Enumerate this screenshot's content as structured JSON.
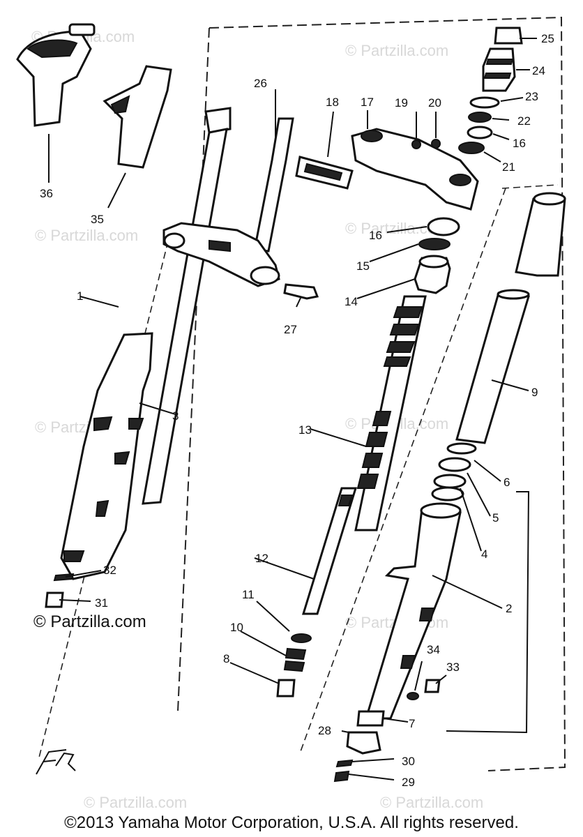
{
  "diagram": {
    "callouts": [
      "1",
      "2",
      "3",
      "4",
      "5",
      "6",
      "7",
      "8",
      "9",
      "10",
      "11",
      "12",
      "13",
      "14",
      "15",
      "16",
      "16",
      "17",
      "18",
      "19",
      "20",
      "21",
      "22",
      "23",
      "24",
      "25",
      "26",
      "27",
      "28",
      "29",
      "30",
      "31",
      "32",
      "33",
      "34",
      "35",
      "36"
    ],
    "watermark_faint": "© Partzilla.com",
    "signature": "TF"
  },
  "watermark": "© Partzilla.com",
  "footer": {
    "copyright": "©2013 Yamaha Motor Corporation, U.S.A. All rights reserved."
  }
}
